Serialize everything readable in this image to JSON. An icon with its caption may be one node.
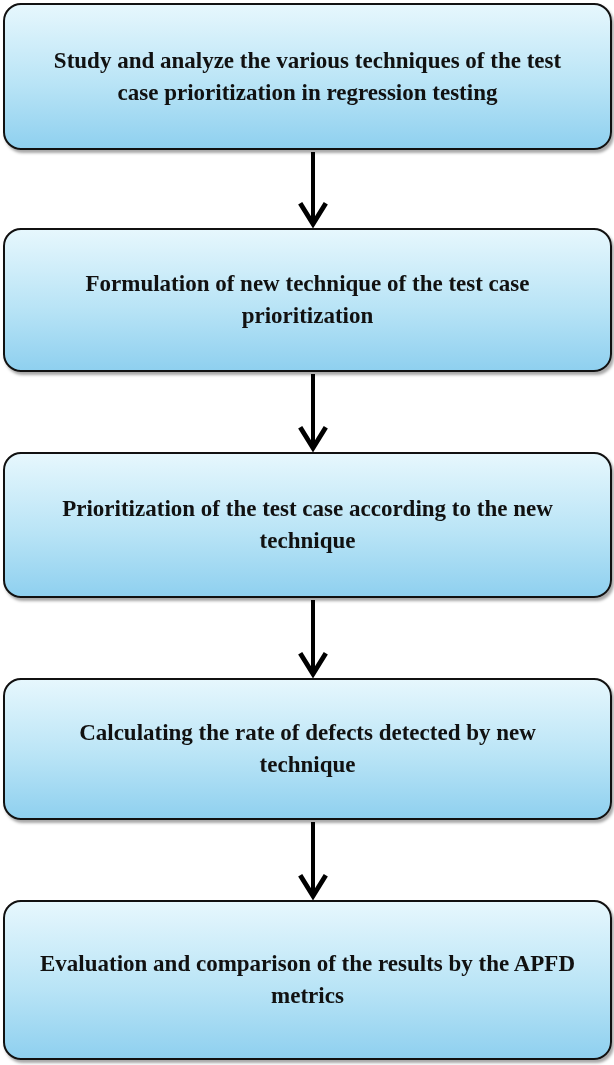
{
  "diagram": {
    "nodes": [
      {
        "text": [
          "Study and analyze the various techniques of the test case prioritization in regression testing"
        ]
      },
      {
        "text": [
          "Formulation of new technique of the test case prioritization"
        ]
      },
      {
        "text": [
          "Prioritization of the test case according to the new technique"
        ]
      },
      {
        "text": [
          "Calculating the rate of defects detected by new technique"
        ]
      },
      {
        "text": [
          "Evaluation and comparison of the results by the APFD metrics"
        ]
      }
    ],
    "edges": [
      {
        "from": 0,
        "to": 1,
        "arrow": "to"
      },
      {
        "from": 1,
        "to": 2,
        "arrow": "to"
      },
      {
        "from": 2,
        "to": 3,
        "arrow": "to"
      },
      {
        "from": 3,
        "to": 4,
        "arrow": "to"
      }
    ]
  }
}
